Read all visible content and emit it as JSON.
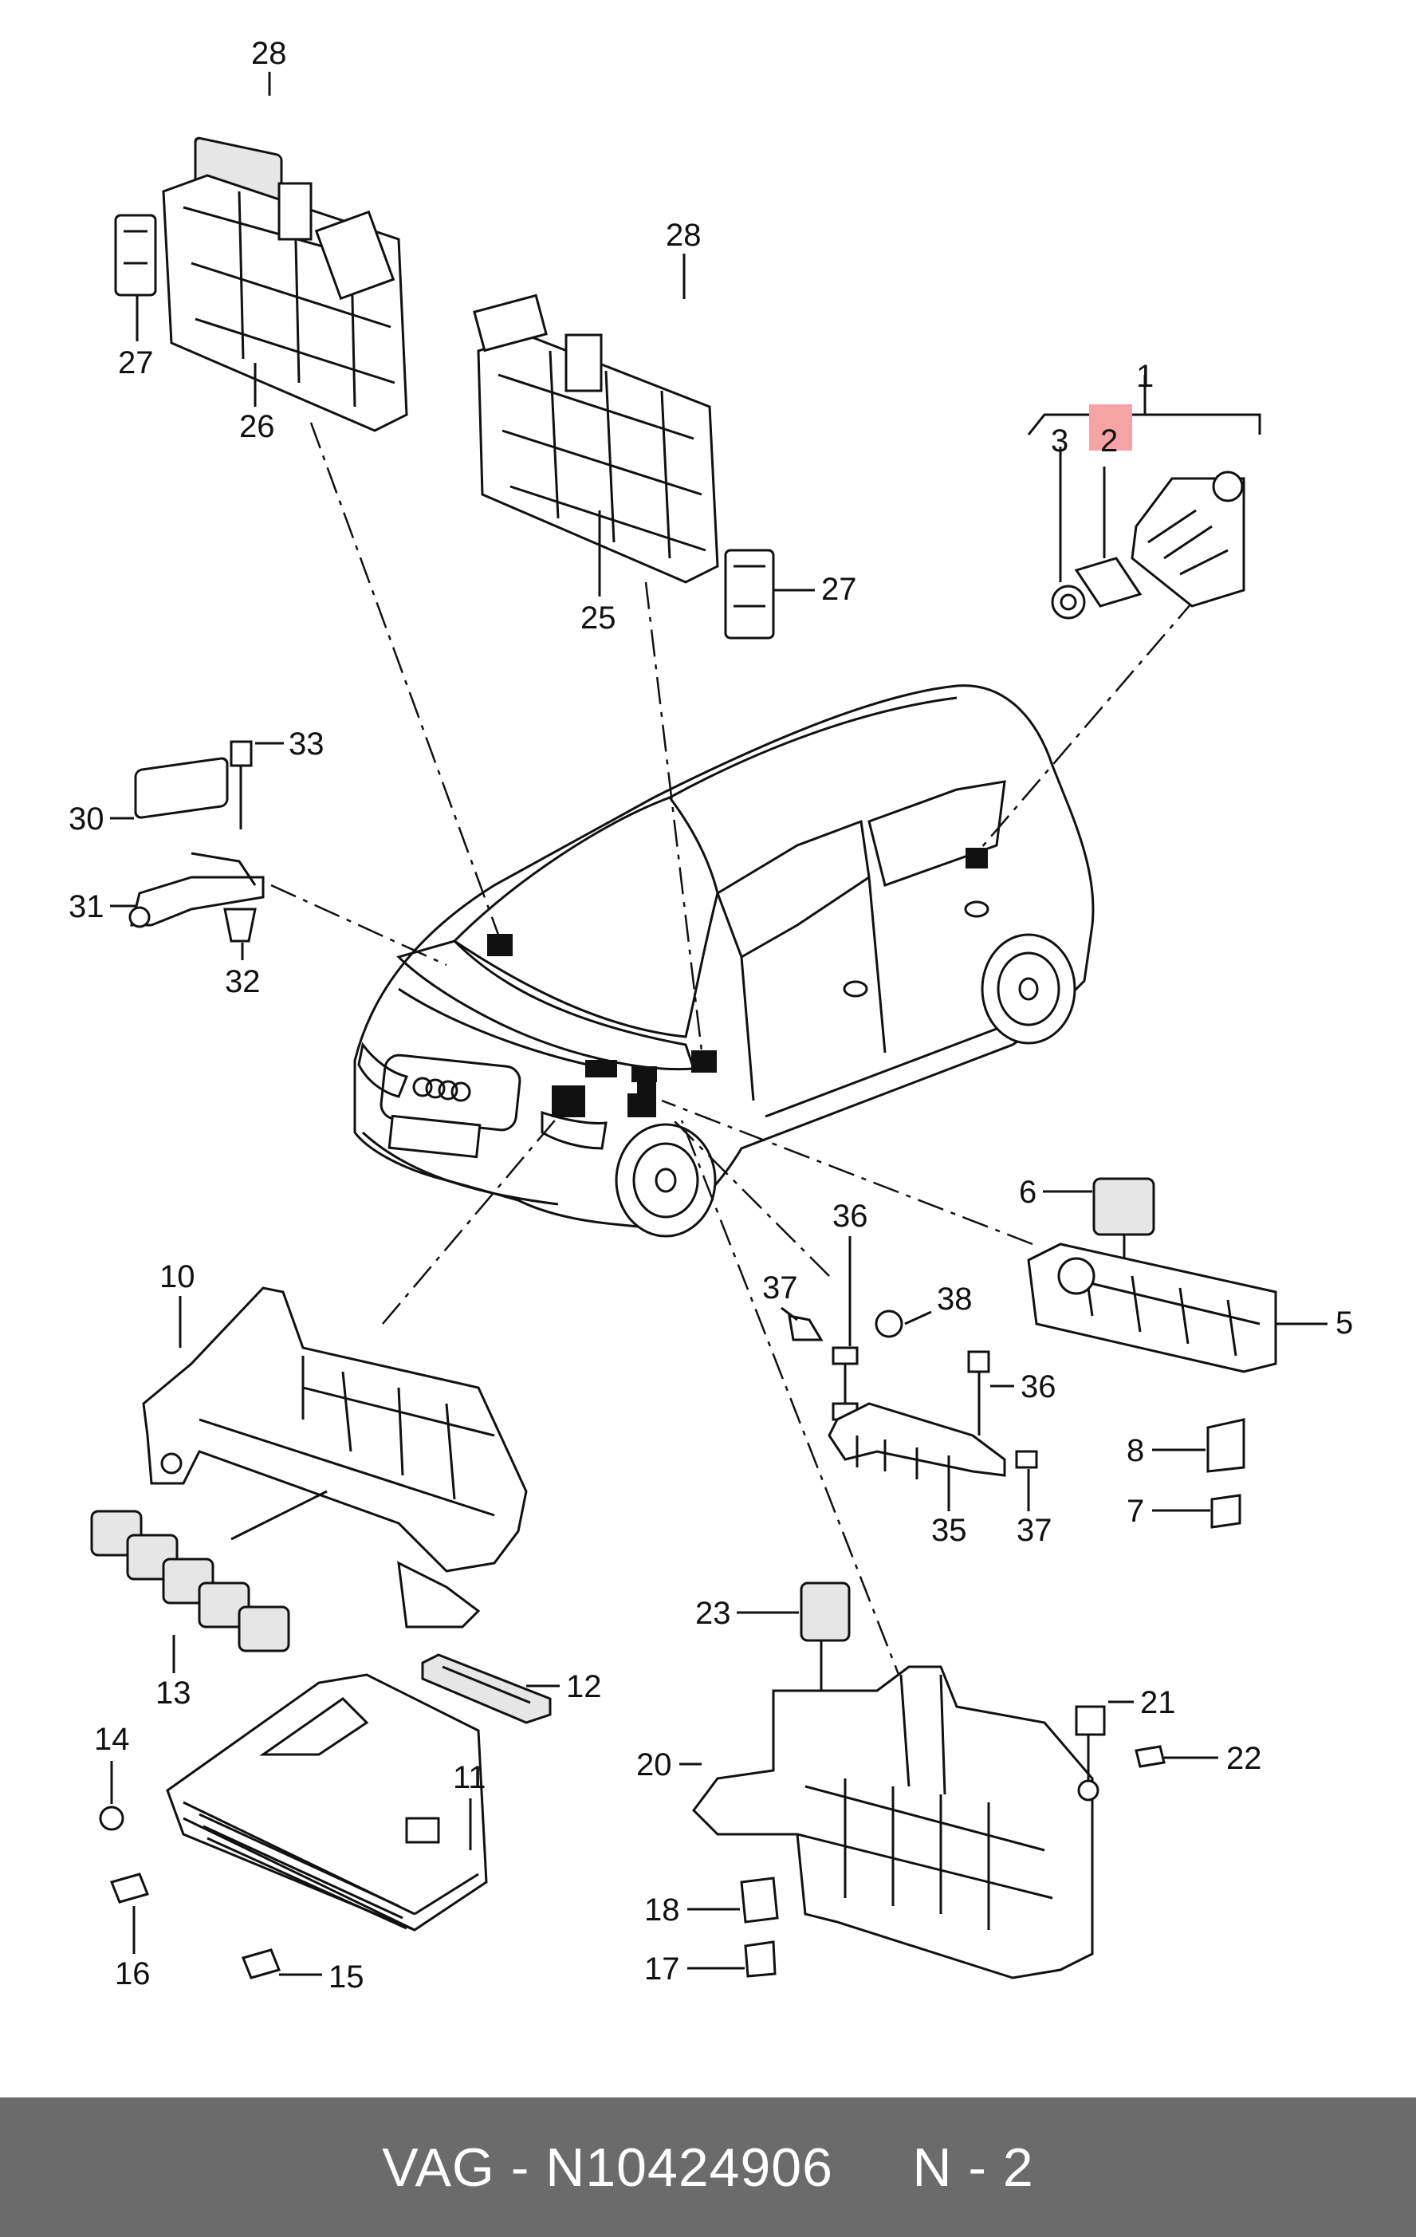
{
  "diagram": {
    "callouts": [
      {
        "id": "c28a",
        "label": "28"
      },
      {
        "id": "c27a",
        "label": "27"
      },
      {
        "id": "c26",
        "label": "26"
      },
      {
        "id": "c28b",
        "label": "28"
      },
      {
        "id": "c25",
        "label": "25"
      },
      {
        "id": "c27b",
        "label": "27"
      },
      {
        "id": "c1",
        "label": "1"
      },
      {
        "id": "c3",
        "label": "3"
      },
      {
        "id": "c2",
        "label": "2"
      },
      {
        "id": "c33",
        "label": "33"
      },
      {
        "id": "c30",
        "label": "30"
      },
      {
        "id": "c31",
        "label": "31"
      },
      {
        "id": "c32",
        "label": "32"
      },
      {
        "id": "c6",
        "label": "6"
      },
      {
        "id": "c5",
        "label": "5"
      },
      {
        "id": "c8",
        "label": "8"
      },
      {
        "id": "c7",
        "label": "7"
      },
      {
        "id": "c36a",
        "label": "36"
      },
      {
        "id": "c37a",
        "label": "37"
      },
      {
        "id": "c38",
        "label": "38"
      },
      {
        "id": "c36b",
        "label": "36"
      },
      {
        "id": "c35",
        "label": "35"
      },
      {
        "id": "c37b",
        "label": "37"
      },
      {
        "id": "c10",
        "label": "10"
      },
      {
        "id": "c13",
        "label": "13"
      },
      {
        "id": "c12",
        "label": "12"
      },
      {
        "id": "c14",
        "label": "14"
      },
      {
        "id": "c11",
        "label": "11"
      },
      {
        "id": "c16",
        "label": "16"
      },
      {
        "id": "c15",
        "label": "15"
      },
      {
        "id": "c23",
        "label": "23"
      },
      {
        "id": "c21",
        "label": "21"
      },
      {
        "id": "c20",
        "label": "20"
      },
      {
        "id": "c22",
        "label": "22"
      },
      {
        "id": "c18",
        "label": "18"
      },
      {
        "id": "c17",
        "label": "17"
      }
    ],
    "highlight_color": "#f6a3a3"
  },
  "footer": {
    "text": "VAG - N10424906     N - 2"
  }
}
